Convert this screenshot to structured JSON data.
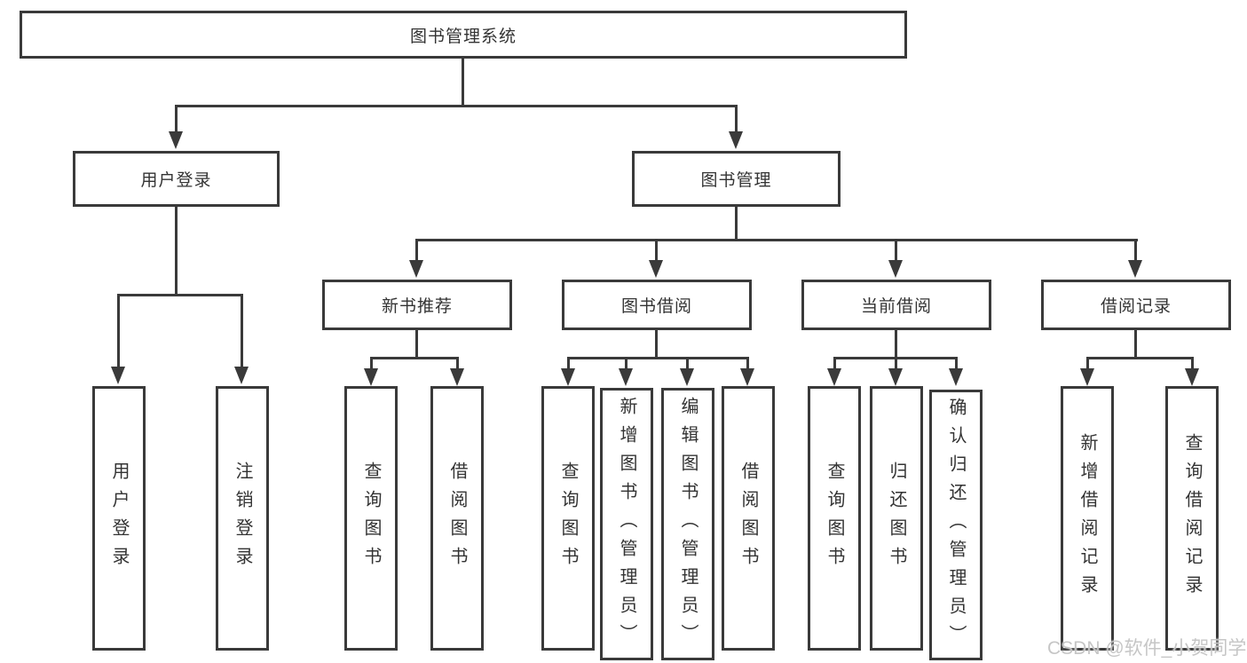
{
  "diagram": {
    "root": {
      "label": "图书管理系统"
    },
    "level2": [
      {
        "label": "用户登录"
      },
      {
        "label": "图书管理"
      }
    ],
    "level3": [
      {
        "label": "新书推荐",
        "parent": "图书管理"
      },
      {
        "label": "图书借阅",
        "parent": "图书管理"
      },
      {
        "label": "当前借阅",
        "parent": "图书管理"
      },
      {
        "label": "借阅记录",
        "parent": "图书管理"
      }
    ],
    "leaves": [
      {
        "label": "用户登录",
        "parent": "用户登录"
      },
      {
        "label": "注销登录",
        "parent": "用户登录"
      },
      {
        "label": "查询图书",
        "parent": "新书推荐"
      },
      {
        "label": "借阅图书",
        "parent": "新书推荐"
      },
      {
        "label": "查询图书",
        "parent": "图书借阅"
      },
      {
        "label": "新增图书（管理员）",
        "parent": "图书借阅"
      },
      {
        "label": "编辑图书（管理员）",
        "parent": "图书借阅"
      },
      {
        "label": "借阅图书",
        "parent": "图书借阅"
      },
      {
        "label": "查询图书",
        "parent": "当前借阅"
      },
      {
        "label": "归还图书",
        "parent": "当前借阅"
      },
      {
        "label": "确认归还（管理员）",
        "parent": "当前借阅"
      },
      {
        "label": "新增借阅记录",
        "parent": "借阅记录"
      },
      {
        "label": "查询借阅记录",
        "parent": "借阅记录"
      }
    ],
    "watermark": "CSDN @软件_小贺同学",
    "colors": {
      "line": "#3a3a3a",
      "text": "#333333",
      "watermark": "#c3c3c3"
    }
  }
}
